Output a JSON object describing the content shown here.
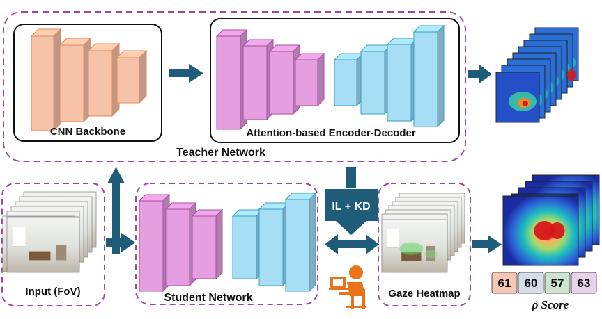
{
  "teacher": {
    "title": "Teacher Network",
    "backbone_label": "CNN Backbone",
    "encdec_label": "Attention-based Encoder-Decoder"
  },
  "student": {
    "title": "Student Network"
  },
  "input": {
    "label": "Input (FoV)"
  },
  "training": {
    "label": "IL + KD"
  },
  "gaze": {
    "label": "Gaze Heatmap"
  },
  "scores": {
    "label": "ρ Score",
    "values": [
      "61",
      "60",
      "57",
      "63"
    ],
    "colors": [
      "#f6c7b5",
      "#d6dde6",
      "#cfe4cf",
      "#e6d3ea"
    ]
  },
  "colors": {
    "dash_border": "#9b4a9b",
    "arrow": "#1f5c7a",
    "cnn_block": "#f7c3a8",
    "encoder_block": "#e59ee0",
    "decoder_block": "#a5def5",
    "person_icon": "#e8731b"
  },
  "icons": [
    "person-laptop-icon",
    "arrow-right-icon",
    "arrow-up-icon",
    "arrow-down-icon",
    "arrow-bidirectional-icon"
  ]
}
